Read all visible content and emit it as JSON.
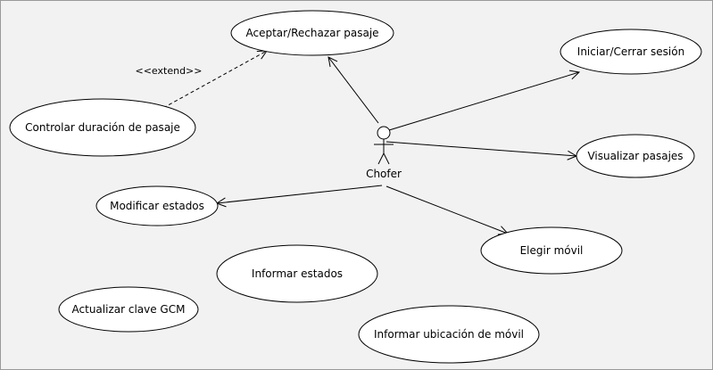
{
  "actor": {
    "name": "Chofer"
  },
  "use_cases": [
    {
      "id": "uc-aceptar",
      "label": "Aceptar/Rechazar pasaje"
    },
    {
      "id": "uc-iniciar",
      "label": "Iniciar/Cerrar sesión"
    },
    {
      "id": "uc-controlar",
      "label": "Controlar duración de pasaje"
    },
    {
      "id": "uc-visualizar",
      "label": "Visualizar pasajes"
    },
    {
      "id": "uc-modificar",
      "label": "Modificar estados"
    },
    {
      "id": "uc-elegir",
      "label": "Elegir móvil"
    },
    {
      "id": "uc-informar-estados",
      "label": "Informar estados"
    },
    {
      "id": "uc-actualizar",
      "label": "Actualizar clave GCM"
    },
    {
      "id": "uc-informar-ubicacion",
      "label": "Informar ubicación de móvil"
    }
  ],
  "relations": [
    {
      "from": "actor",
      "to": "uc-aceptar",
      "type": "association"
    },
    {
      "from": "actor",
      "to": "uc-iniciar",
      "type": "association"
    },
    {
      "from": "actor",
      "to": "uc-visualizar",
      "type": "association"
    },
    {
      "from": "actor",
      "to": "uc-modificar",
      "type": "association"
    },
    {
      "from": "actor",
      "to": "uc-elegir",
      "type": "association"
    },
    {
      "from": "uc-controlar",
      "to": "uc-aceptar",
      "type": "extend",
      "label": "<<extend>>"
    }
  ]
}
